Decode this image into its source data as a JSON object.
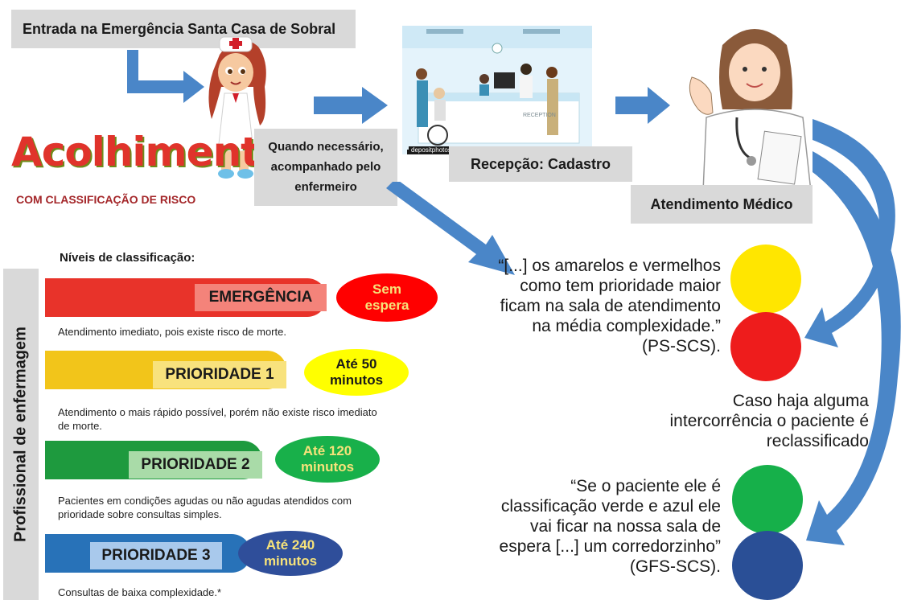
{
  "entrance_label": "Entrada na Emergência Santa Casa de Sobral",
  "acolhimento": {
    "title": "Acolhimento",
    "subtitle": "COM CLASSIFICAÇÃO DE RISCO"
  },
  "accompanied_label_lines": [
    "Quando necessário,",
    "acompanhado pelo",
    "enfermeiro"
  ],
  "reception_label": "Recepção: Cadastro",
  "reception_sign": "RECEPTION",
  "photo_watermark": "depositphotos",
  "doctor_label": "Atendimento Médico",
  "levels_title": "Níveis de classificação:",
  "side_label": "Profissional de enfermagem",
  "levels": [
    {
      "label": "EMERGÊNCIA",
      "wait_lines": [
        "Sem",
        "espera"
      ],
      "desc_lines": [
        "Atendimento imediato, pois existe risco de morte."
      ],
      "color": "#e8332a",
      "label_bg": "#f4837a",
      "oval_color": "#ff0000",
      "wait_color": "#f6e27a"
    },
    {
      "label": "PRIORIDADE 1",
      "wait_lines": [
        "Até 50",
        "minutos"
      ],
      "desc_lines": [
        "Atendimento o mais rápido possível, porém não existe risco imediato",
        "de morte."
      ],
      "color": "#f2c51a",
      "label_bg": "#f8e27d",
      "oval_color": "#ffff00",
      "wait_color": "#1a1a1a"
    },
    {
      "label": "PRIORIDADE 2",
      "wait_lines": [
        "Até 120",
        "minutos"
      ],
      "desc_lines": [
        "Pacientes em condições agudas ou não agudas atendidos com",
        "prioridade sobre consultas simples."
      ],
      "color": "#1e9a3e",
      "label_bg": "#a9dba8",
      "oval_color": "#18b04a",
      "wait_color": "#f6e27a"
    },
    {
      "label": "PRIORIDADE 3",
      "wait_lines": [
        "Até 240",
        "minutos"
      ],
      "desc_lines": [
        "Consultas de baixa complexidade.*"
      ],
      "color": "#2872b8",
      "label_bg": "#a9c9ec",
      "oval_color": "#2f4e9a",
      "wait_color": "#f6e27a"
    }
  ],
  "quote1_lines": [
    "“[...] os amarelos e vermelhos",
    "como tem prioridade maior",
    "ficam na sala de atendimento",
    "na média complexidade.”",
    "(PS-SCS)."
  ],
  "reclass_lines": [
    "Caso haja alguma",
    "intercorrência o paciente é",
    "reclassificado"
  ],
  "quote2_lines": [
    "“Se o paciente ele é",
    "classificação verde e azul ele",
    "vai ficar na nossa sala de",
    "espera [...] um corredorzinho”",
    "(GFS-SCS)."
  ],
  "colors": {
    "arrow_blue": "#4a86c8",
    "yellow_circle": "#ffe600",
    "red_circle": "#ee1c1c",
    "green_circle": "#16b04a",
    "navy_circle": "#2a4f96"
  }
}
